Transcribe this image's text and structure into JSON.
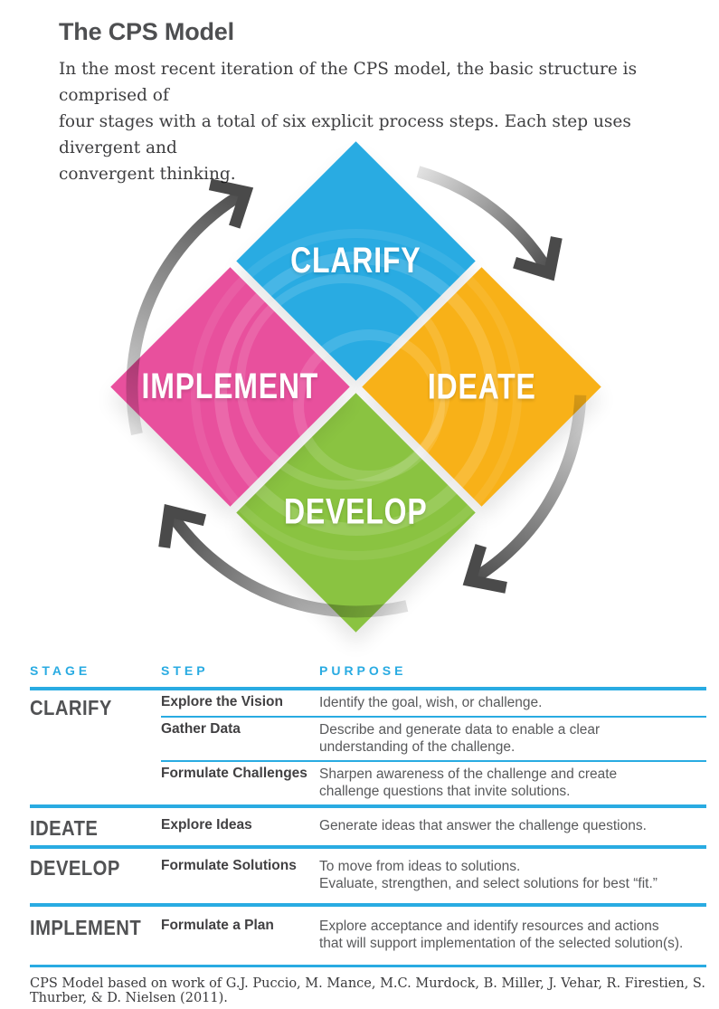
{
  "page": {
    "title": "The CPS Model",
    "intro": "In the most recent iteration of the CPS model, the basic structure is comprised of\nfour stages with a total of six explicit process steps. Each step uses divergent and\nconvergent thinking.",
    "footnote": "CPS Model based on work of G.J. Puccio, M. Mance, M.C. Murdock, B. Miller, J. Vehar, R. Firestien, S. Thurber, & D. Nielsen (2011)."
  },
  "diagram": {
    "cycle_direction": "clockwise",
    "arrow_color": "#4a4a4a",
    "diamonds": [
      {
        "label": "CLARIFY",
        "color": "#29abe2",
        "position": "top"
      },
      {
        "label": "IDEATE",
        "color": "#f8b118",
        "position": "right"
      },
      {
        "label": "DEVELOP",
        "color": "#8ac341",
        "position": "bottom"
      },
      {
        "label": "IMPLEMENT",
        "color": "#e8509d",
        "position": "left"
      }
    ]
  },
  "table": {
    "accent_color": "#29abe2",
    "headers": [
      "STAGE",
      "STEP",
      "PURPOSE"
    ],
    "rows": [
      {
        "stage": "CLARIFY",
        "steps": [
          {
            "step": "Explore the Vision",
            "purpose": "Identify the goal, wish, or challenge."
          },
          {
            "step": "Gather Data",
            "purpose": "Describe and generate data to enable a clear\nunderstanding of the challenge."
          },
          {
            "step": "Formulate Challenges",
            "purpose": "Sharpen awareness of the challenge and create\nchallenge questions that invite solutions."
          }
        ]
      },
      {
        "stage": "IDEATE",
        "steps": [
          {
            "step": "Explore Ideas",
            "purpose": "Generate ideas that answer the challenge questions."
          }
        ]
      },
      {
        "stage": "DEVELOP",
        "steps": [
          {
            "step": "Formulate Solutions",
            "purpose": "To move from ideas to solutions.\nEvaluate, strengthen, and select solutions for best “fit.”"
          }
        ]
      },
      {
        "stage": "IMPLEMENT",
        "steps": [
          {
            "step": "Formulate a Plan",
            "purpose": "Explore acceptance and identify resources and actions\nthat will support implementation of the selected solution(s)."
          }
        ]
      }
    ]
  }
}
